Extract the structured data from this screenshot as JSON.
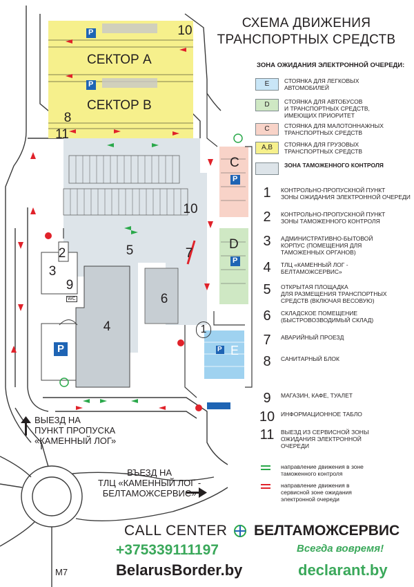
{
  "title": {
    "line1": "СХЕМА ДВИЖЕНИЯ",
    "line2": "ТРАНСПОРТНЫХ СРЕДСТВ"
  },
  "legend": {
    "heading": "ЗОНА ОЖИДАНИЯ ЭЛЕКТРОННОЙ ОЧЕРЕДИ:",
    "zones": [
      {
        "code": "E",
        "color": "#c9e6f7",
        "line1": "стоянка для легковых",
        "line2": "автомобилей",
        "line3": ""
      },
      {
        "code": "D",
        "color": "#cfe8c4",
        "line1": "стоянка для автобусов",
        "line2": "и транспортных средств,",
        "line3": "имеющих приоритет"
      },
      {
        "code": "C",
        "color": "#f8d3c8",
        "line1": "стоянка для малотоннажных",
        "line2": "транспортных средств",
        "line3": ""
      },
      {
        "code": "A,B",
        "color": "#f6f08c",
        "line1": "стоянка для грузовых",
        "line2": "транспортных средств",
        "line3": ""
      },
      {
        "code": "",
        "color": "#dde4e9",
        "line1": "зона таможенного контроля",
        "line2": "",
        "line3": ""
      }
    ],
    "items": [
      {
        "n": "1",
        "line1": "Контрольно-пропускной пункт",
        "line2": "зоны ожидания электронной очереди",
        "line3": ""
      },
      {
        "n": "2",
        "line1": "Контрольно-пропускной пункт",
        "line2": "зоны таможенного контроля",
        "line3": ""
      },
      {
        "n": "3",
        "line1": "административно-бытовой",
        "line2": "корпус (помещения для",
        "line3": "таможенных органов)"
      },
      {
        "n": "4",
        "line1": "ТЛЦ «Каменный Лог -",
        "line2": "Белтаможсервис»",
        "line3": ""
      },
      {
        "n": "5",
        "line1": "Открытая площадка",
        "line2": "для размещения транспортных",
        "line3": "средств (включая весовую)"
      },
      {
        "n": "6",
        "line1": "складское помещение",
        "line2": "(быстровозводимый склад)",
        "line3": ""
      },
      {
        "n": "7",
        "line1": "Аварийный проезд",
        "line2": "",
        "line3": ""
      },
      {
        "n": "8",
        "line1": "Санитарный блок",
        "line2": "",
        "line3": ""
      },
      {
        "n": "9",
        "line1": "Магазин, кафе, туалет",
        "line2": "",
        "line3": ""
      },
      {
        "n": "10",
        "line1": "Информационное табло",
        "line2": "",
        "line3": ""
      },
      {
        "n": "11",
        "line1": "Выезд из сервисной зоны",
        "line2": "ожидания электронной",
        "line3": "очереди"
      }
    ],
    "arrows": [
      {
        "color": "#2aa84a",
        "line1": "направление движения в зоне",
        "line2": "таможенного контроля",
        "line3": ""
      },
      {
        "color": "#e0222a",
        "line1": "направление движения в",
        "line2": "сервисной зоне ожидания",
        "line3": "электронной очереди"
      }
    ]
  },
  "map": {
    "sector_a": "СЕКТОР А",
    "sector_b": "СЕКТОР В",
    "zone_c": "C",
    "zone_d": "D",
    "zone_e": "E",
    "parking": "P",
    "wc": "WC",
    "road": "М7",
    "num_1": "1",
    "num_2": "2",
    "num_3": "3",
    "num_4": "4",
    "num_5": "5",
    "num_6": "6",
    "num_7": "7",
    "num_8": "8",
    "num_9": "9",
    "num_10": "10",
    "num_11": "11",
    "exit1": {
      "l1": "ВЫЕЗД НА",
      "l2": "ПУНКТ ПРОПУСКА",
      "l3": "«КАМЕННЫЙ ЛОГ»"
    },
    "exit2": {
      "l1": "ВЪЕЗД НА",
      "l2": "ТЛЦ «КАМЕННЫЙ ЛОГ -",
      "l3": "БЕЛТАМОЖСЕРВИС»"
    }
  },
  "footer": {
    "call": "CALL CENTER",
    "brand": "БЕЛТАМОЖСЕРВИС",
    "phone": "+375339111197",
    "slogan": "Всегда вовремя!",
    "site1": "BelarusBorder.by",
    "site2": "declarant.by"
  }
}
